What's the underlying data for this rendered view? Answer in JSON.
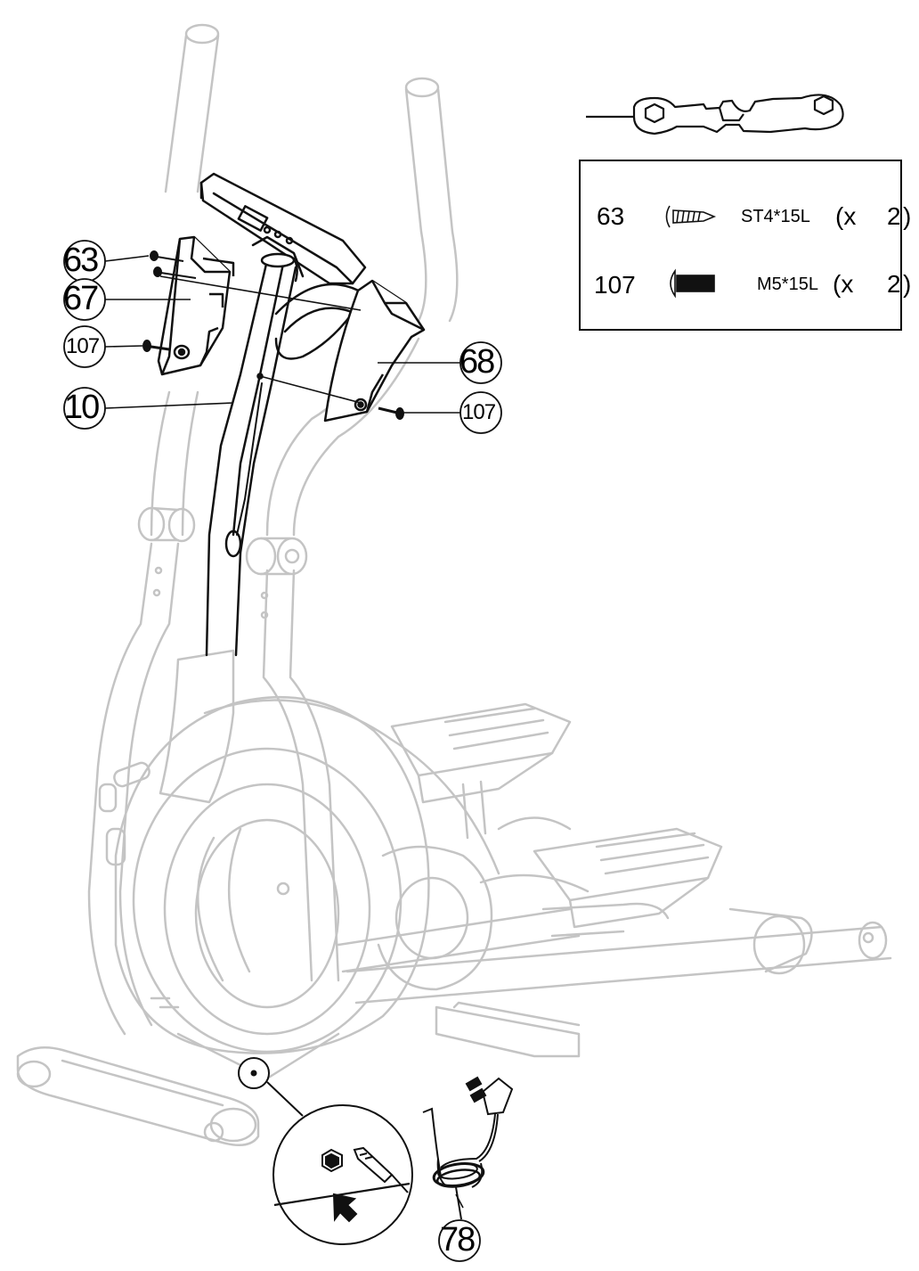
{
  "callouts": {
    "p63": "63",
    "p67": "67",
    "p107a": "107",
    "p10": "10",
    "p68": "68",
    "p107b": "107",
    "p78": "78"
  },
  "hardware": [
    {
      "part": "63",
      "icon": "screw-icon",
      "spec": "ST4*15L",
      "x": "(x",
      "qty": "2",
      "paren": ")"
    },
    {
      "part": "107",
      "icon": "bolt-icon",
      "spec": "M5*15L",
      "x": "(x",
      "qty": "2",
      "paren": ")"
    }
  ]
}
